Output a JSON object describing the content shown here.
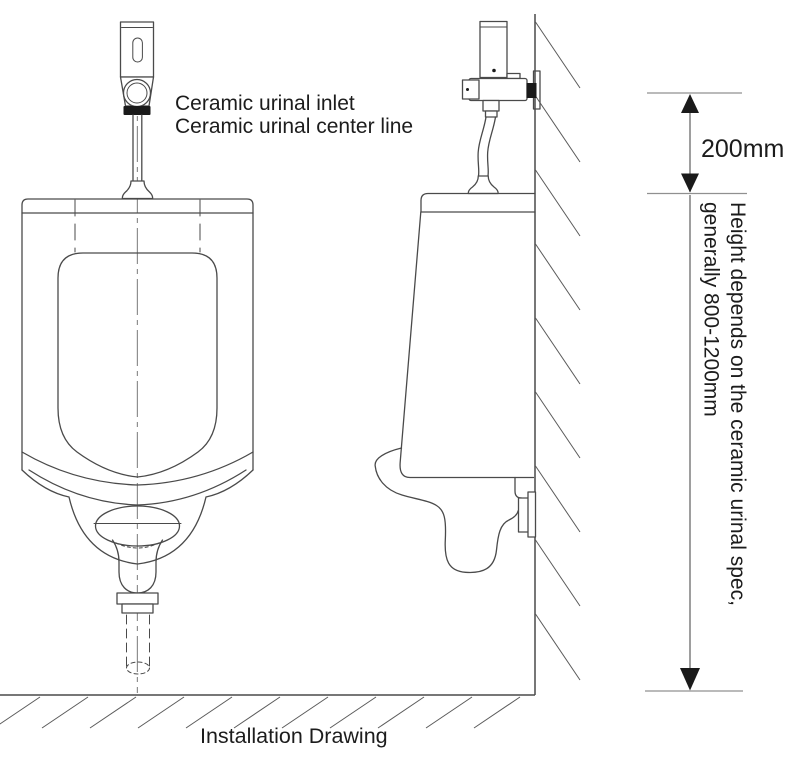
{
  "title": "Installation Drawing",
  "labels": {
    "inlet": "Ceramic urinal inlet",
    "center_line": "Ceramic urinal center line"
  },
  "dimensions": {
    "top_offset": "200mm",
    "height_note_line1": "Height depends on the ceramic urinal spec,",
    "height_note_line2": "generally 800-1200mm"
  },
  "colors": {
    "background": "#ffffff",
    "line": "#4a4a4a",
    "text": "#1c1c1c",
    "arrow": "#1a1a1a",
    "tick": "#909090"
  }
}
